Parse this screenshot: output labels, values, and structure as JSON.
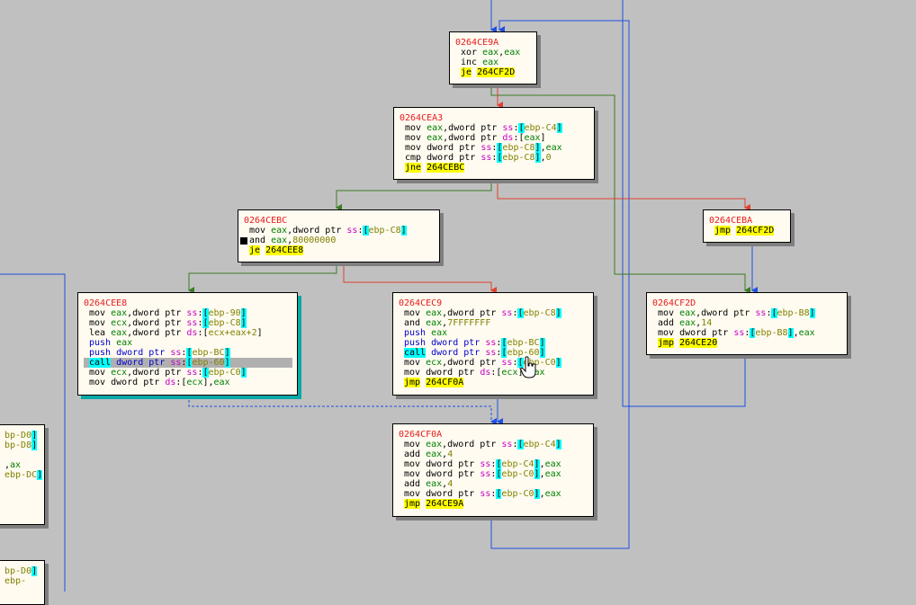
{
  "colors": {
    "background": "#c0c0c0",
    "block_bg": "#fffbf0",
    "address": "#e8191b",
    "true_edge": "#3a7d22",
    "false_edge": "#e04030",
    "jump_edge": "#1e50e0"
  },
  "blocks": [
    {
      "id": "b264CE9A",
      "addr": "0264CE9A",
      "lines": [
        [
          [
            "xor ",
            "mn"
          ],
          [
            "eax",
            "reg"
          ],
          [
            ",",
            "plain"
          ],
          [
            "eax",
            "reg"
          ]
        ],
        [
          [
            "inc ",
            "mn"
          ],
          [
            "eax",
            "reg"
          ]
        ],
        [
          [
            "je",
            "br"
          ],
          [
            " ",
            "plain"
          ],
          [
            "264CF2D",
            "tgt"
          ]
        ]
      ]
    },
    {
      "id": "b264CEA3",
      "addr": "0264CEA3",
      "lines": [
        [
          [
            "mov ",
            "mn"
          ],
          [
            "eax",
            "reg"
          ],
          [
            ",dword ptr ",
            "plain"
          ],
          [
            "ss",
            "seg"
          ],
          [
            ":",
            "plain"
          ],
          [
            "[",
            "bk"
          ],
          [
            "ebp-C4",
            "mem"
          ],
          [
            "]",
            "bk"
          ]
        ],
        [
          [
            "mov ",
            "mn"
          ],
          [
            "eax",
            "reg"
          ],
          [
            ",dword ptr ",
            "plain"
          ],
          [
            "ds",
            "seg"
          ],
          [
            ":[",
            "plain"
          ],
          [
            "eax",
            "reg"
          ],
          [
            "]",
            "plain"
          ]
        ],
        [
          [
            "mov ",
            "mn"
          ],
          [
            "dword ptr ",
            "plain"
          ],
          [
            "ss",
            "seg"
          ],
          [
            ":",
            "plain"
          ],
          [
            "[",
            "bk"
          ],
          [
            "ebp-C8",
            "mem"
          ],
          [
            "]",
            "bk"
          ],
          [
            ",",
            "plain"
          ],
          [
            "eax",
            "reg"
          ]
        ],
        [
          [
            "cmp ",
            "mn"
          ],
          [
            "dword ptr ",
            "plain"
          ],
          [
            "ss",
            "seg"
          ],
          [
            ":",
            "plain"
          ],
          [
            "[",
            "bk"
          ],
          [
            "ebp-C8",
            "mem"
          ],
          [
            "]",
            "bk"
          ],
          [
            ",",
            "plain"
          ],
          [
            "0",
            "num"
          ]
        ],
        [
          [
            "jne",
            "br"
          ],
          [
            " ",
            "plain"
          ],
          [
            "264CEBC",
            "tgt"
          ]
        ]
      ]
    },
    {
      "id": "b264CEBC",
      "addr": "0264CEBC",
      "lines": [
        [
          [
            "mov ",
            "mn"
          ],
          [
            "eax",
            "reg"
          ],
          [
            ",dword ptr ",
            "plain"
          ],
          [
            "ss",
            "seg"
          ],
          [
            ":",
            "plain"
          ],
          [
            "[",
            "bk"
          ],
          [
            "ebp-C8",
            "mem"
          ],
          [
            "]",
            "bk"
          ]
        ],
        [
          [
            "and ",
            "mn"
          ],
          [
            "eax",
            "reg"
          ],
          [
            ",",
            "plain"
          ],
          [
            "80000000",
            "num"
          ]
        ],
        [
          [
            "je",
            "br"
          ],
          [
            " ",
            "plain"
          ],
          [
            "264CEE8",
            "tgt"
          ]
        ]
      ]
    },
    {
      "id": "b264CEBA",
      "addr": "0264CEBA",
      "lines": [
        [
          [
            "jmp",
            "br"
          ],
          [
            " ",
            "plain"
          ],
          [
            "264CF2D",
            "tgt"
          ]
        ]
      ]
    },
    {
      "id": "b264CEE8",
      "addr": "0264CEE8",
      "lines": [
        [
          [
            "mov ",
            "mn"
          ],
          [
            "eax",
            "reg"
          ],
          [
            ",dword ptr ",
            "plain"
          ],
          [
            "ss",
            "seg"
          ],
          [
            ":",
            "plain"
          ],
          [
            "[",
            "bk"
          ],
          [
            "ebp-90",
            "mem"
          ],
          [
            "]",
            "bk"
          ]
        ],
        [
          [
            "mov ",
            "mn"
          ],
          [
            "ecx",
            "reg"
          ],
          [
            ",dword ptr ",
            "plain"
          ],
          [
            "ss",
            "seg"
          ],
          [
            ":",
            "plain"
          ],
          [
            "[",
            "bk"
          ],
          [
            "ebp-C8",
            "mem"
          ],
          [
            "]",
            "bk"
          ]
        ],
        [
          [
            "lea ",
            "mn"
          ],
          [
            "eax",
            "reg"
          ],
          [
            ",dword ptr ",
            "plain"
          ],
          [
            "ds",
            "seg"
          ],
          [
            ":[",
            "plain"
          ],
          [
            "ecx+eax+2",
            "mem"
          ],
          [
            "]",
            "plain"
          ]
        ],
        [
          [
            "push ",
            "push"
          ],
          [
            "eax",
            "reg"
          ]
        ],
        [
          [
            "push ",
            "push"
          ],
          [
            "dword ptr ",
            "push"
          ],
          [
            "ss",
            "seg"
          ],
          [
            ":",
            "plain"
          ],
          [
            "[",
            "bk"
          ],
          [
            "ebp-BC",
            "mem"
          ],
          [
            "]",
            "bk"
          ]
        ],
        [
          [
            "call",
            "call"
          ],
          [
            " ",
            "plain"
          ],
          [
            "dword ptr ",
            "push"
          ],
          [
            "ss",
            "seg"
          ],
          [
            ":",
            "plain"
          ],
          [
            "[",
            "bk"
          ],
          [
            "ebp-60",
            "mem"
          ],
          [
            "]",
            "bk"
          ]
        ],
        [
          [
            "mov ",
            "mn"
          ],
          [
            "ecx",
            "reg"
          ],
          [
            ",dword ptr ",
            "plain"
          ],
          [
            "ss",
            "seg"
          ],
          [
            ":",
            "plain"
          ],
          [
            "[",
            "bk"
          ],
          [
            "ebp-C0",
            "mem"
          ],
          [
            "]",
            "bk"
          ]
        ],
        [
          [
            "mov ",
            "mn"
          ],
          [
            "dword ptr ",
            "plain"
          ],
          [
            "ds",
            "seg"
          ],
          [
            ":[",
            "plain"
          ],
          [
            "ecx",
            "reg"
          ],
          [
            "],",
            "plain"
          ],
          [
            "eax",
            "reg"
          ]
        ]
      ]
    },
    {
      "id": "b264CEC9",
      "addr": "0264CEC9",
      "lines": [
        [
          [
            "mov ",
            "mn"
          ],
          [
            "eax",
            "reg"
          ],
          [
            ",dword ptr ",
            "plain"
          ],
          [
            "ss",
            "seg"
          ],
          [
            ":",
            "plain"
          ],
          [
            "[",
            "bk"
          ],
          [
            "ebp-C8",
            "mem"
          ],
          [
            "]",
            "bk"
          ]
        ],
        [
          [
            "and ",
            "mn"
          ],
          [
            "eax",
            "reg"
          ],
          [
            ",",
            "plain"
          ],
          [
            "7FFFFFFF",
            "num"
          ]
        ],
        [
          [
            "push ",
            "push"
          ],
          [
            "eax",
            "reg"
          ]
        ],
        [
          [
            "push ",
            "push"
          ],
          [
            "dword ptr ",
            "push"
          ],
          [
            "ss",
            "seg"
          ],
          [
            ":",
            "plain"
          ],
          [
            "[",
            "bk"
          ],
          [
            "ebp-BC",
            "mem"
          ],
          [
            "]",
            "bk"
          ]
        ],
        [
          [
            "call",
            "call"
          ],
          [
            " ",
            "plain"
          ],
          [
            "dword ptr ",
            "push"
          ],
          [
            "ss",
            "seg"
          ],
          [
            ":",
            "plain"
          ],
          [
            "[",
            "bk"
          ],
          [
            "ebp-60",
            "mem"
          ],
          [
            "]",
            "bk"
          ]
        ],
        [
          [
            "mov ",
            "mn"
          ],
          [
            "ecx",
            "reg"
          ],
          [
            ",dword ptr ",
            "plain"
          ],
          [
            "ss",
            "seg"
          ],
          [
            ":",
            "plain"
          ],
          [
            "[",
            "bk"
          ],
          [
            "ebp-C0",
            "mem"
          ],
          [
            "]",
            "bk"
          ]
        ],
        [
          [
            "mov ",
            "mn"
          ],
          [
            "dword ptr ",
            "plain"
          ],
          [
            "ds",
            "seg"
          ],
          [
            ":[",
            "plain"
          ],
          [
            "ecx",
            "reg"
          ],
          [
            "],",
            "plain"
          ],
          [
            "eax",
            "reg"
          ]
        ],
        [
          [
            "jmp",
            "br"
          ],
          [
            " ",
            "plain"
          ],
          [
            "264CF0A",
            "tgt"
          ]
        ]
      ]
    },
    {
      "id": "b264CF2D",
      "addr": "0264CF2D",
      "lines": [
        [
          [
            "mov ",
            "mn"
          ],
          [
            "eax",
            "reg"
          ],
          [
            ",dword ptr ",
            "plain"
          ],
          [
            "ss",
            "seg"
          ],
          [
            ":",
            "plain"
          ],
          [
            "[",
            "bk"
          ],
          [
            "ebp-B8",
            "mem"
          ],
          [
            "]",
            "bk"
          ]
        ],
        [
          [
            "add ",
            "mn"
          ],
          [
            "eax",
            "reg"
          ],
          [
            ",",
            "plain"
          ],
          [
            "14",
            "num"
          ]
        ],
        [
          [
            "mov ",
            "mn"
          ],
          [
            "dword ptr ",
            "plain"
          ],
          [
            "ss",
            "seg"
          ],
          [
            ":",
            "plain"
          ],
          [
            "[",
            "bk"
          ],
          [
            "ebp-B8",
            "mem"
          ],
          [
            "]",
            "bk"
          ],
          [
            ",",
            "plain"
          ],
          [
            "eax",
            "reg"
          ]
        ],
        [
          [
            "jmp",
            "br"
          ],
          [
            " ",
            "plain"
          ],
          [
            "264CE20",
            "tgt"
          ]
        ]
      ]
    },
    {
      "id": "b264CF0A",
      "addr": "0264CF0A",
      "lines": [
        [
          [
            "mov ",
            "mn"
          ],
          [
            "eax",
            "reg"
          ],
          [
            ",dword ptr ",
            "plain"
          ],
          [
            "ss",
            "seg"
          ],
          [
            ":",
            "plain"
          ],
          [
            "[",
            "bk"
          ],
          [
            "ebp-C4",
            "mem"
          ],
          [
            "]",
            "bk"
          ]
        ],
        [
          [
            "add ",
            "mn"
          ],
          [
            "eax",
            "reg"
          ],
          [
            ",",
            "plain"
          ],
          [
            "4",
            "num"
          ]
        ],
        [
          [
            "mov ",
            "mn"
          ],
          [
            "dword ptr ",
            "plain"
          ],
          [
            "ss",
            "seg"
          ],
          [
            ":",
            "plain"
          ],
          [
            "[",
            "bk"
          ],
          [
            "ebp-C4",
            "mem"
          ],
          [
            "]",
            "bk"
          ],
          [
            ",",
            "plain"
          ],
          [
            "eax",
            "reg"
          ]
        ],
        [
          [
            "mov ",
            "mn"
          ],
          [
            "dword ptr ",
            "plain"
          ],
          [
            "ss",
            "seg"
          ],
          [
            ":",
            "plain"
          ],
          [
            "[",
            "bk"
          ],
          [
            "ebp-C0",
            "mem"
          ],
          [
            "]",
            "bk"
          ],
          [
            ",",
            "plain"
          ],
          [
            "eax",
            "reg"
          ]
        ],
        [
          [
            "add ",
            "mn"
          ],
          [
            "eax",
            "reg"
          ],
          [
            ",",
            "plain"
          ],
          [
            "4",
            "num"
          ]
        ],
        [
          [
            "mov ",
            "mn"
          ],
          [
            "dword ptr ",
            "plain"
          ],
          [
            "ss",
            "seg"
          ],
          [
            ":",
            "plain"
          ],
          [
            "[",
            "bk"
          ],
          [
            "ebp-C0",
            "mem"
          ],
          [
            "]",
            "bk"
          ],
          [
            ",",
            "plain"
          ],
          [
            "eax",
            "reg"
          ]
        ],
        [
          [
            "jmp",
            "br"
          ],
          [
            " ",
            "plain"
          ],
          [
            "264CE9A",
            "tgt"
          ]
        ]
      ]
    },
    {
      "id": "bLeft1",
      "addr": "",
      "lines": [
        [
          [
            "bp-D0",
            "mem"
          ],
          [
            "]",
            "bk"
          ]
        ],
        [
          [
            "bp-D8",
            "mem"
          ],
          [
            "]",
            "bk"
          ]
        ],
        [
          [
            "",
            "plain"
          ]
        ],
        [
          [
            ",",
            "plain"
          ],
          [
            "ax",
            "reg"
          ]
        ],
        [
          [
            "ebp-DC",
            "mem"
          ],
          [
            "]",
            "bk"
          ]
        ]
      ]
    },
    {
      "id": "bLeft2",
      "addr": "",
      "lines": [
        [
          [
            "bp-D0",
            "mem"
          ],
          [
            "]",
            "bk"
          ]
        ],
        [
          [
            "ebp-",
            "mem"
          ]
        ]
      ]
    }
  ]
}
